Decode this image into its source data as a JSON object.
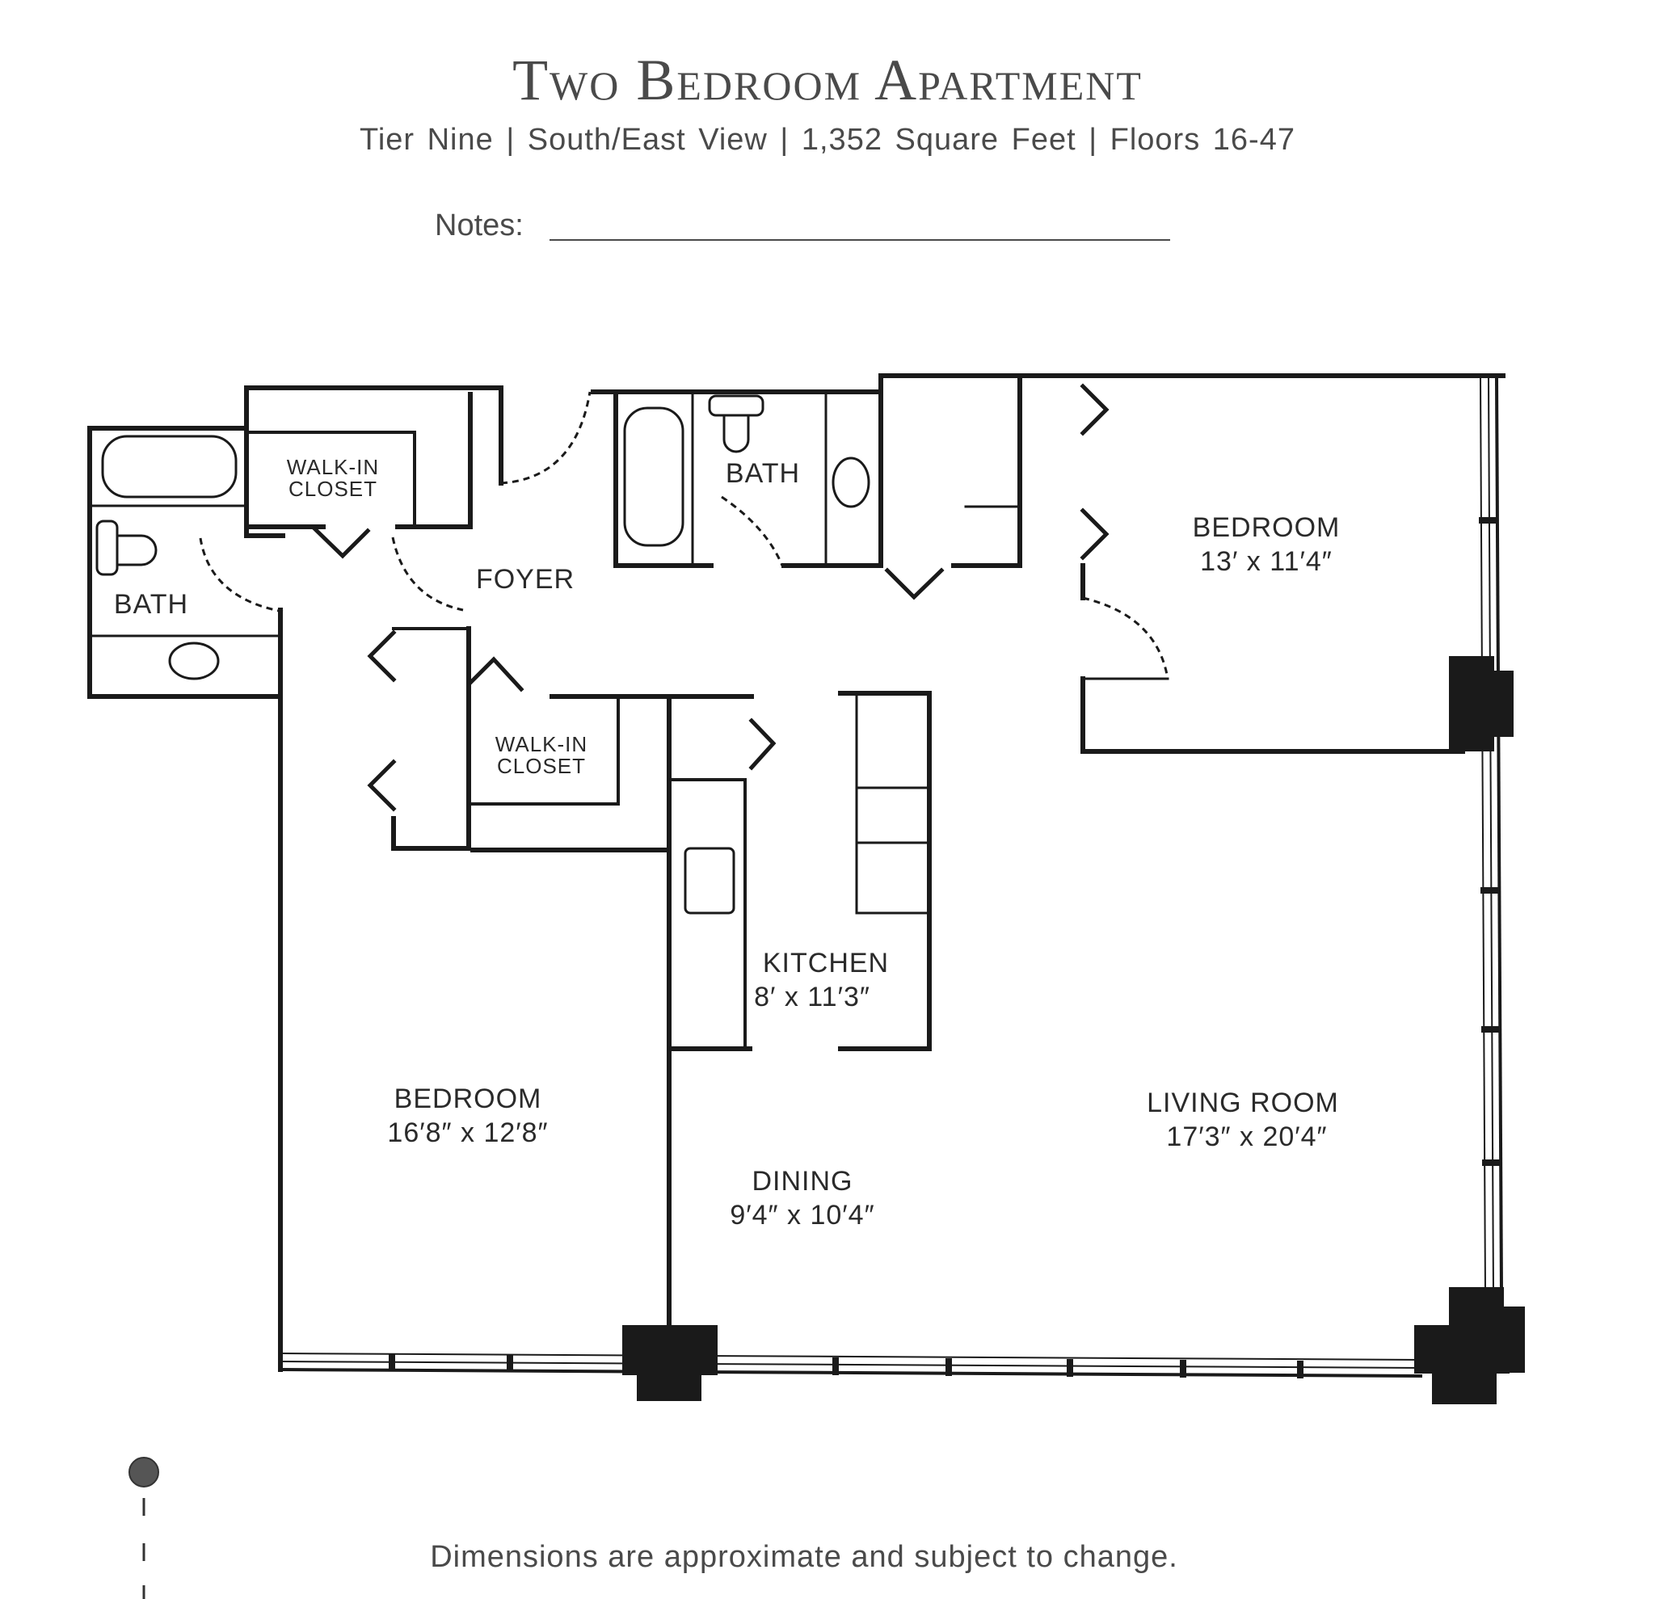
{
  "header": {
    "title": "Two Bedroom Apartment",
    "subtitle": "Tier Nine | South/East View | 1,352 Square Feet | Floors 16-47",
    "notes_label": "Notes:"
  },
  "rooms": {
    "bath_left": "BATH",
    "closet_top": [
      "WALK-IN",
      "CLOSET"
    ],
    "foyer": "FOYER",
    "bath_center": "BATH",
    "bedroom_right": {
      "name": "BEDROOM",
      "dims": "13′ x 11′4″"
    },
    "closet_mid": [
      "WALK-IN",
      "CLOSET"
    ],
    "kitchen": {
      "name": "KITCHEN",
      "dims": "8′ x 11′3″"
    },
    "bedroom_left": {
      "name": "BEDROOM",
      "dims": "16′8″ x 12′8″"
    },
    "living_room": {
      "name": "LIVING ROOM",
      "dims": "17′3″ x 20′4″"
    },
    "dining": {
      "name": "DINING",
      "dims": "9′4″ x 10′4″"
    }
  },
  "footer": {
    "disclaimer": "Dimensions are approximate and subject to change."
  },
  "colors": {
    "wall": "#1a1a1a",
    "text": "#4a4a4a"
  }
}
